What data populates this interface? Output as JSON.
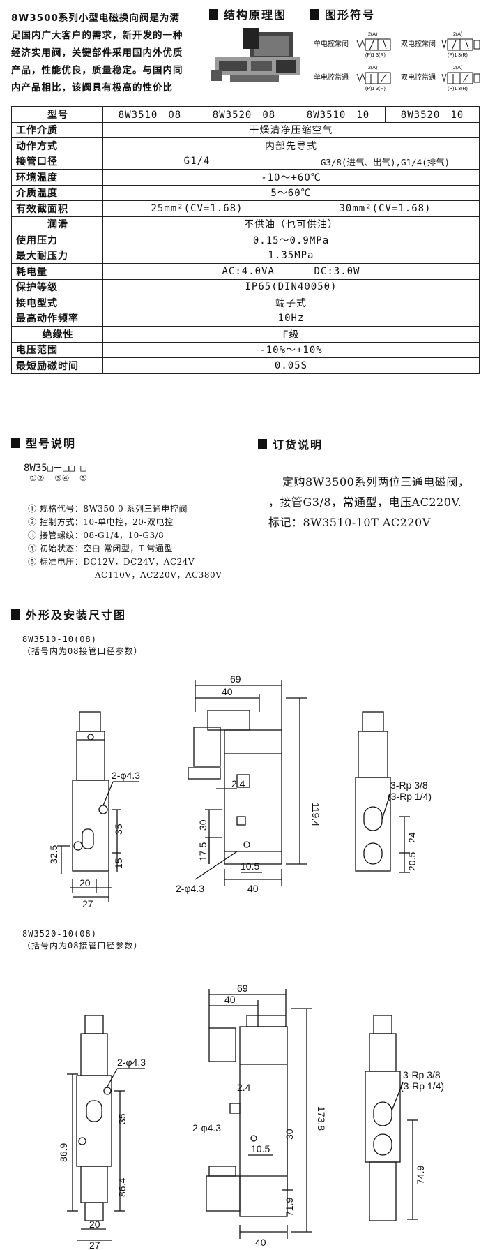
{
  "intro": {
    "lines": [
      "8W3500系列小型电磁换向阀是为满",
      "足国内广大客户的需求，新开发的一种",
      "经济实用阀，关键部件采用国内外优质",
      "产品，性能优良，质量稳定。与国内同",
      "内产品相比，该阀具有极高的性价比"
    ]
  },
  "headings": {
    "structure": "结构原理图",
    "symbol": "图形符号",
    "model": "型号说明",
    "order": "订货说明",
    "outline": "外形及安装尺寸图"
  },
  "symbols": {
    "single_nc": "单电控常闭",
    "double_nc": "双电控常闭",
    "single_no": "单电控常通",
    "double_no": "双电控常通",
    "port_top": "2(A)",
    "port_bottom": "(P)1 3(R)"
  },
  "spec": {
    "header": [
      "型号",
      "8W3510－08",
      "8W3520－08",
      "8W3510－10",
      "8W3520－10"
    ],
    "rows": [
      {
        "label": "工作介质",
        "value": "干燥清净压缩空气"
      },
      {
        "label": "动作方式",
        "value": "内部先导式"
      },
      {
        "label": "接管口径",
        "left": "G1/4",
        "right": "G3/8(进气、出气),G1/4(排气)"
      },
      {
        "label": "环境温度",
        "value": "-10～+60℃"
      },
      {
        "label": "介质温度",
        "value": "5～60℃"
      },
      {
        "label": "有效截面积",
        "left": "25mm²(CV=1.68)",
        "right": "30mm²(CV=1.68)"
      },
      {
        "label": "润滑",
        "value": "不供油（也可供油）"
      },
      {
        "label": "使用压力",
        "value": "0.15～0.9MPa"
      },
      {
        "label": "最大耐压力",
        "value": "1.35MPa"
      },
      {
        "label": "耗电量",
        "value": "AC:4.0VA      DC:3.0W"
      },
      {
        "label": "保护等级",
        "value": "IP65(DIN40050)"
      },
      {
        "label": "接电型式",
        "value": "端子式"
      },
      {
        "label": "最高动作频率",
        "value": "10Hz"
      },
      {
        "label": "绝缘性",
        "value": "F级"
      },
      {
        "label": "电压范围",
        "value": "-10%～+10%"
      },
      {
        "label": "最短励磁时间",
        "value": "0.05S"
      }
    ]
  },
  "model": {
    "code": "8W35□－□□ □",
    "circles": "①②  ③④  ⑤",
    "notes": [
      "① 规格代号：8W350 0 系列三通电控阀",
      "② 控制方式：10-单电控，20-双电控",
      "③ 接管螺纹：08-G1/4，10-G3/8",
      "④ 初始状态：空白-常闭型，T-常通型",
      "⑤ 标准电压：DC12V，DC24V，AC24V",
      "AC110V，AC220V，AC380V"
    ]
  },
  "order": {
    "lines": [
      "定购8W3500系列两位三通电磁阀，",
      "，接管G3/8，常通型，电压AC220V.",
      "标记：8W3510-10T AC220V"
    ]
  },
  "drawing1": {
    "title": "8W3510-10(08)",
    "subtitle": "（括号内为08接管口径参数）",
    "dims": {
      "hole": "2-φ4.3",
      "d35": "35",
      "d32_5": "32.5",
      "d15": "15",
      "d20": "20",
      "d27": "27",
      "d69": "69",
      "d40": "40",
      "d2_4": "2.4",
      "d30": "30",
      "d17_5": "17.5",
      "d10_5": "10.5",
      "d40b": "40",
      "d119_4": "119.4",
      "port1": "3-Rp 3/8",
      "port2": "(3-Rp 1/4)",
      "d24": "24",
      "d20_5": "20.5"
    }
  },
  "drawing2": {
    "title": "8W3520-10(08)",
    "subtitle": "（括号内为08接管口径参数）",
    "dims": {
      "hole": "2-φ4.3",
      "d35": "35",
      "d86_9": "86.9",
      "d86_4": "86.4",
      "d20": "20",
      "d27": "27",
      "d69": "69",
      "d40": "40",
      "d2_4": "2.4",
      "hole2": "2-φ4.3",
      "d10_5": "10.5",
      "d30": "30",
      "d173_8": "173.8",
      "d71_9": "71.9",
      "d40b": "40",
      "port1": "3-Rp 3/8",
      "port2": "(3-Rp 1/4)",
      "d74_9": "74.9"
    }
  }
}
